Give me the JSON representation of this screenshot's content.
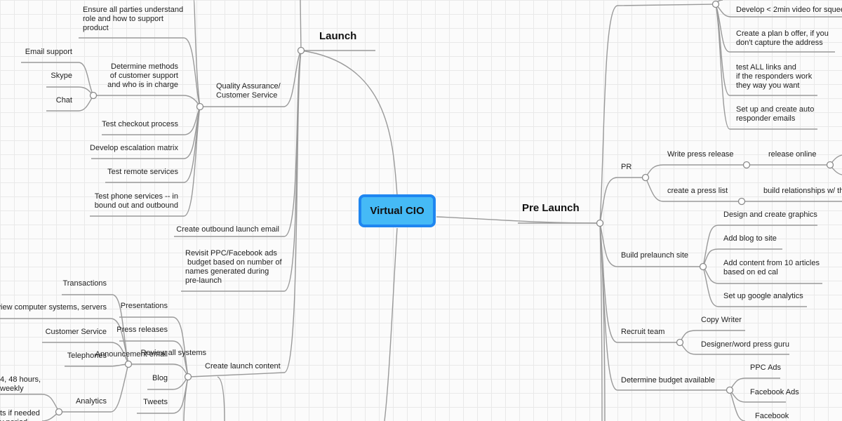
{
  "center": "Virtual CIO",
  "launch": {
    "title": "Launch",
    "qa": {
      "label": "Quality Assurance/\nCustomer Service",
      "items": [
        "Ensure all parties understand\nrole and how to support\nproduct",
        "Determine methods\nof customer support\nand who is in charge",
        "Test checkout process",
        "Develop escalation matrix",
        "Test remote services",
        "Test phone services -- in\nbound out and outbound"
      ],
      "support_methods": [
        "Email support",
        "Skype",
        "Chat"
      ]
    },
    "outbound_email": "Create outbound launch email",
    "revisit_ppc": "Revisit PPC/Facebook ads\n budget based on number of\nnames generated during\npre-launch",
    "launch_content": {
      "label": "Create launch content",
      "items": [
        "Presentations",
        "Press releases",
        "Review all systems",
        "Announcement email",
        "Blog",
        "Tweets"
      ]
    },
    "review_systems": {
      "items": [
        "Transactions",
        "view computer systems, servers",
        "Customer Service",
        "Telephones",
        "Analytics"
      ]
    },
    "analytics": {
      "items": [
        "4, 48 hours,\nweekly",
        "ts if needed\ny period"
      ]
    }
  },
  "prelaunch": {
    "title": "Pre Launch",
    "squeeze": {
      "items": [
        "Develop < 2min video for squee",
        "Create a plan b offer, if you\ndon't capture the address",
        "test ALL links and\nif the responders work\nthey way you want",
        "Set up and create auto\nresponder emails"
      ]
    },
    "pr": {
      "label": "PR",
      "write": "Write press release",
      "release_online": "release online",
      "list": "create a press list",
      "relationships": "build relationships w/ th"
    },
    "site": {
      "label": "Build prelaunch site",
      "items": [
        "Design and create graphics",
        "Add blog to site",
        "Add content from 10 articles\nbased on ed cal",
        "Set up google analytics"
      ]
    },
    "team": {
      "label": "Recruit team",
      "items": [
        "Copy Writer",
        "Designer/word press guru"
      ]
    },
    "budget": {
      "label": "Determine budget available",
      "items": [
        "PPC Ads",
        "Facebook Ads",
        "Facebook"
      ]
    }
  }
}
